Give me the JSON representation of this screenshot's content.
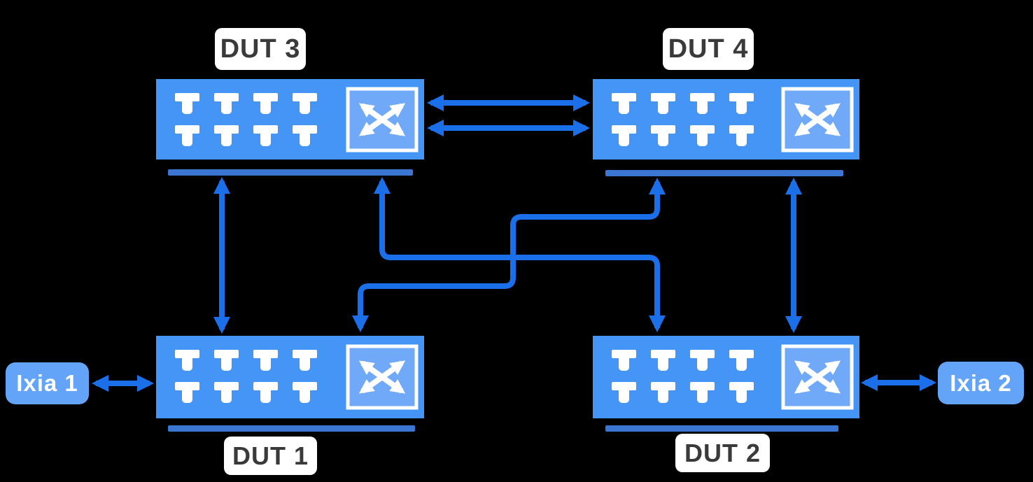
{
  "diagram_type": "network-test-topology",
  "background": "#000000",
  "colors": {
    "switch_fill": "#4595f6",
    "switch_icon_fill": "#6fa9f8",
    "port_glyph": "#ffffff",
    "connector_arrow": "#1b6fe8",
    "shadow_bar": "#3b76d2",
    "ixia_fill": "#64a4f8",
    "label_plate_bg": "#ffffff",
    "label_text": "#3a3a3a"
  },
  "nodes": {
    "dut1": {
      "label": "DUT 1",
      "port_count": 8
    },
    "dut2": {
      "label": "DUT 2",
      "port_count": 8
    },
    "dut3": {
      "label": "DUT 3",
      "port_count": 8
    },
    "dut4": {
      "label": "DUT 4",
      "port_count": 8
    },
    "ixia1": {
      "label": "Ixia 1"
    },
    "ixia2": {
      "label": "Ixia 2"
    }
  },
  "connections": [
    {
      "from": "Ixia 1",
      "to": "DUT 1",
      "style": "bidirectional-arrow",
      "routing": "straight-horizontal"
    },
    {
      "from": "Ixia 2",
      "to": "DUT 2",
      "style": "bidirectional-arrow",
      "routing": "straight-horizontal"
    },
    {
      "from": "DUT 3",
      "to": "DUT 4",
      "style": "bidirectional-arrow",
      "routing": "straight-horizontal",
      "link_index": 1
    },
    {
      "from": "DUT 3",
      "to": "DUT 4",
      "style": "bidirectional-arrow",
      "routing": "straight-horizontal",
      "link_index": 2
    },
    {
      "from": "DUT 1",
      "to": "DUT 3",
      "style": "bidirectional-arrow",
      "routing": "straight-vertical"
    },
    {
      "from": "DUT 2",
      "to": "DUT 4",
      "style": "bidirectional-arrow",
      "routing": "straight-vertical"
    },
    {
      "from": "DUT 3",
      "to": "DUT 2",
      "style": "bidirectional-arrow",
      "routing": "stepped-elbow"
    },
    {
      "from": "DUT 4",
      "to": "DUT 1",
      "style": "bidirectional-arrow",
      "routing": "stepped-elbow"
    }
  ]
}
